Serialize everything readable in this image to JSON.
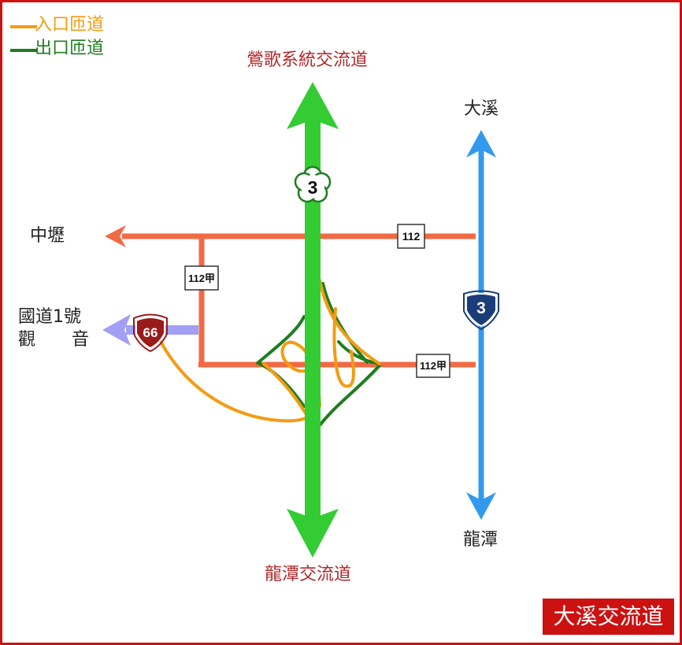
{
  "legend": {
    "entry_ramp": {
      "label": "入口匝道",
      "color": "#f39c12"
    },
    "exit_ramp": {
      "label": "出口匝道",
      "color": "#1e7d1e"
    }
  },
  "labels": {
    "north_interchange": "鶯歌系統交流道",
    "south_interchange": "龍潭交流道",
    "daxi": "大溪",
    "longtan": "龍潭",
    "zhongli": "中壢",
    "national_hwy_1": "國道1號",
    "guanyin_1": "觀",
    "guanyin_2": "音"
  },
  "shields": {
    "fwy3": "3",
    "prov3": "3",
    "exp66": "66",
    "road112_top": "112",
    "road112_jia_left": "112甲",
    "road112_jia_bottom": "112甲"
  },
  "title": "大溪交流道",
  "colors": {
    "freeway": "#33cc33",
    "provincial": "#3399ee",
    "county_road": "#f26a44",
    "expressway_66": "#a29ff5",
    "frame": "#cc1111",
    "label_red": "#b0282a",
    "shield_fwy_border": "#1e7d1e",
    "shield_prov_fill": "#1a3d7a",
    "shield_exp_fill": "#9b1a1a"
  }
}
